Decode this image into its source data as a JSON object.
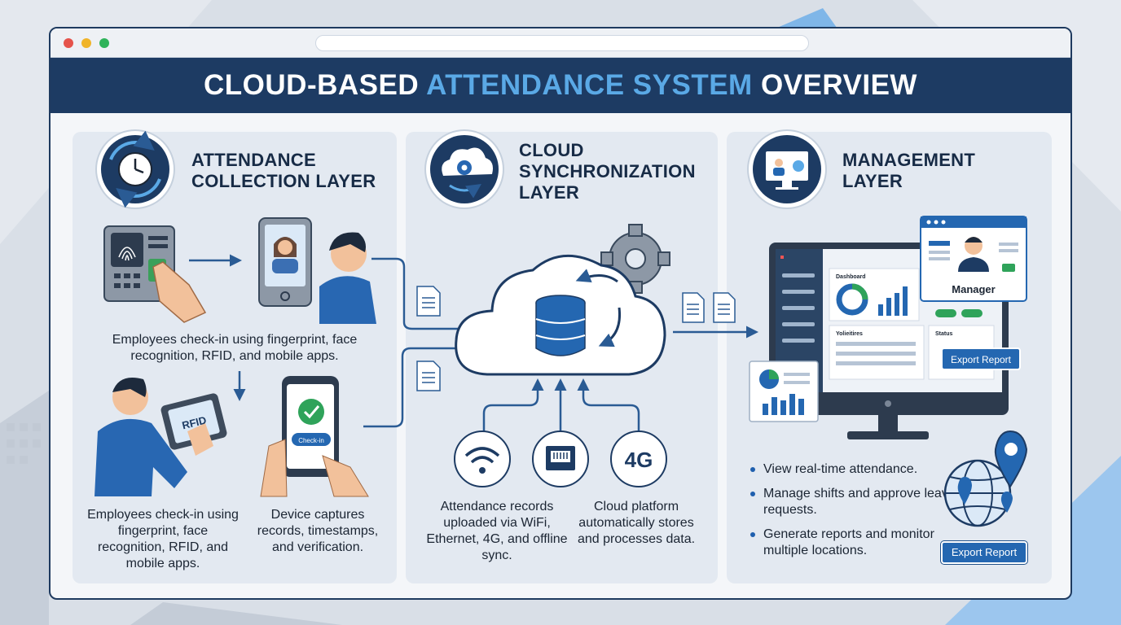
{
  "title": {
    "part1": "CLOUD-BASED ",
    "part2": "ATTENDANCE SYSTEM",
    "part3": " OVERVIEW"
  },
  "colors": {
    "navy": "#1d3b63",
    "accent": "#5aa9e6",
    "button": "#2467b1"
  },
  "panels": {
    "collection": {
      "title_line1": "ATTENDANCE",
      "title_line2": "COLLECTION LAYER",
      "icon": "clock-icon",
      "caption_top": "Employees check-in using fingerprint, face recognition, RFID, and mobile apps.",
      "caption_left": "Employees check-in using fingerprint, face recognition, RFID, and mobile apps.",
      "caption_right": "Device captures records, timestamps, and verification.",
      "rfid_label": "RFID",
      "checkin_label": "Check-in"
    },
    "sync": {
      "title_line1": "CLOUD",
      "title_line2": "SYNCHRONIZATION",
      "title_line3": "LAYER",
      "icon": "cloud-gear-icon",
      "network_4g_label": "4G",
      "caption_left": "Attendance records uploaded via WiFi, Ethernet, 4G, and offline sync.",
      "caption_right": "Cloud platform automatically stores and processes data."
    },
    "management": {
      "title_line1": "MANAGEMENT",
      "title_line2": "LAYER",
      "icon": "monitor-icon",
      "dashboard_label": "Dashboard",
      "yolieitires_label": "Yolieitires",
      "status_label": "Status",
      "manager_label": "Manager",
      "export_button_1": "Export Report",
      "export_button_2": "Export Report",
      "bullets": [
        "View real-time attendance.",
        "Manage shifts and approve leave requests.",
        "Generate reports and monitor multiple locations."
      ]
    }
  }
}
